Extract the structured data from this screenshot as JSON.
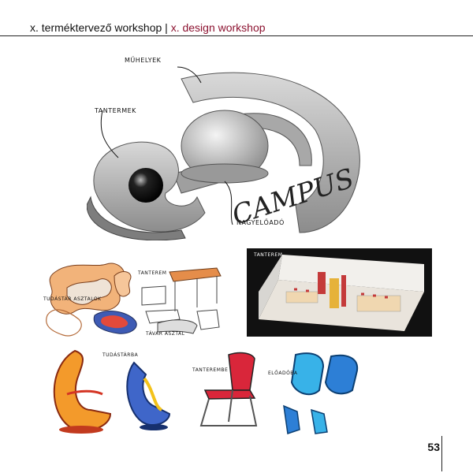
{
  "header": {
    "left_text": "x. terméktervező workshop |",
    "right_text": "x. design workshop",
    "accent_color": "#8c1230"
  },
  "campus_figure": {
    "label_workshops": "MŰHELYEK",
    "label_classrooms": "TANTERMEK",
    "label_campus": "CAMPUS",
    "label_lecture_hall": "NAGYELŐADÓ"
  },
  "table_sketch": {
    "label_knowledge_tables": "TUDÁSTÁR ASZTALOK",
    "label_classroom": "TANTEREM",
    "label_exam_table": "TÁVAR ASZTAL"
  },
  "room_render": {
    "label_classroom": "TANTEREM"
  },
  "chair_sketches": {
    "label_knowledge": "TUDÁSTÁRBA",
    "label_classroom": "TANTEREMBE",
    "label_lecture": "ELŐADÓBA"
  },
  "page": {
    "number": "53"
  }
}
